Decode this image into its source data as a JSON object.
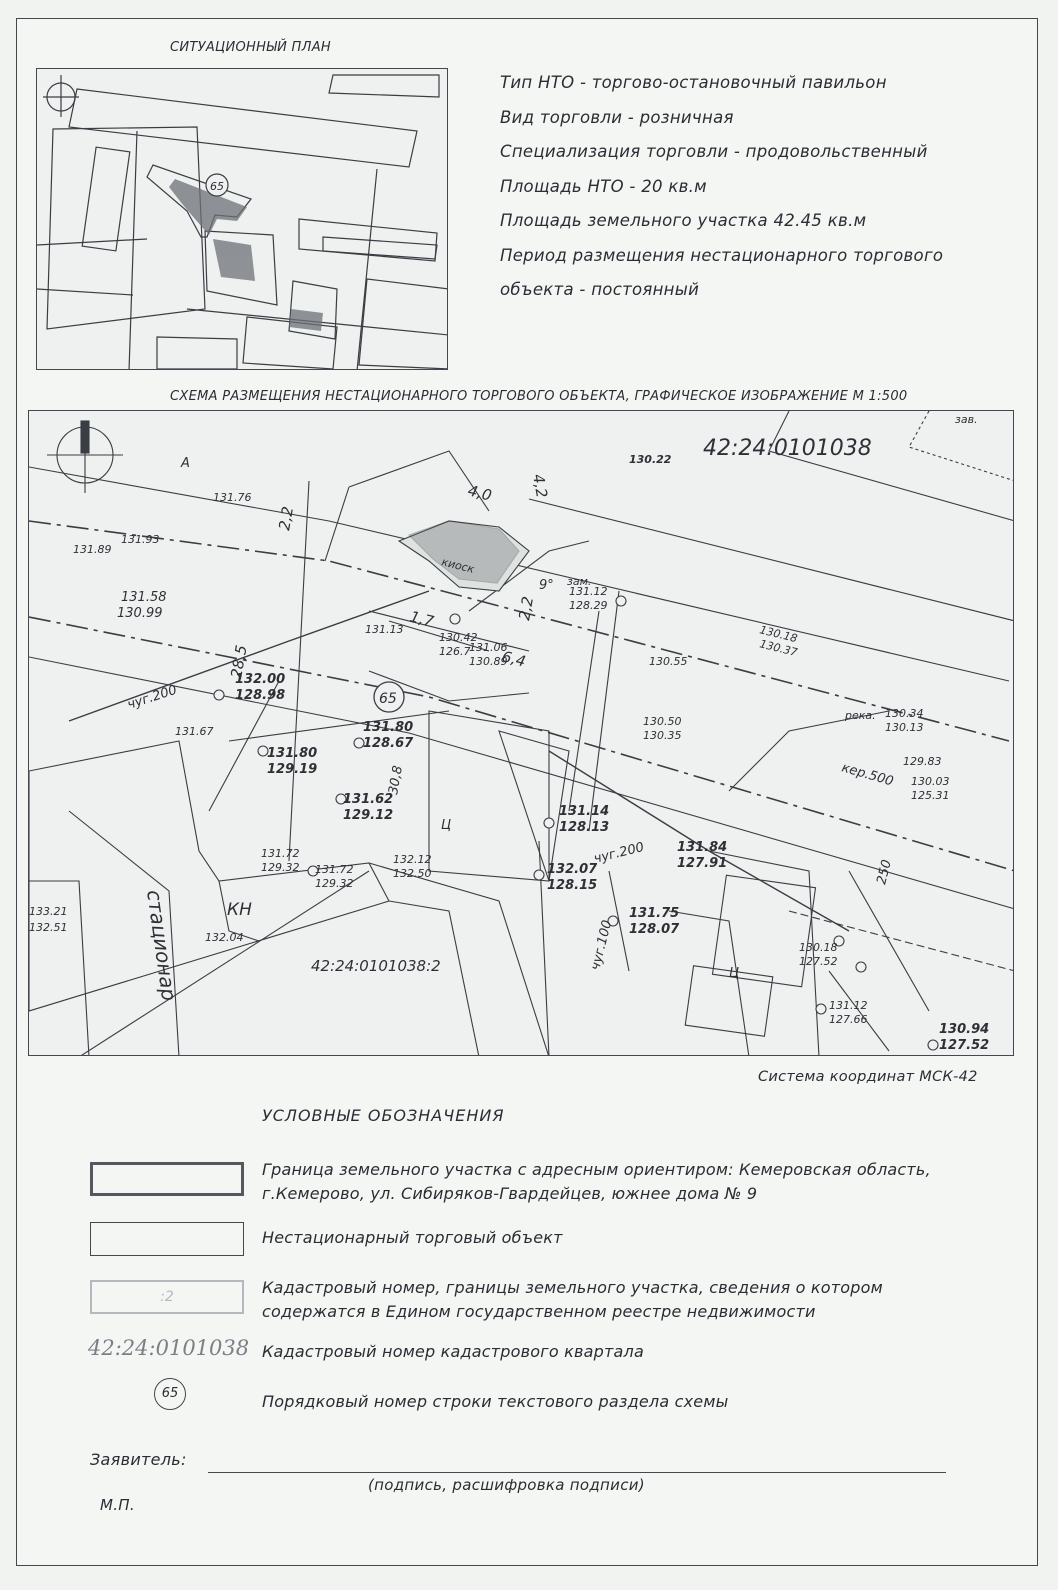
{
  "situation_plan": {
    "title": "СИТУАЦИОННЫЙ ПЛАН",
    "marker": "65"
  },
  "attributes": [
    "Тип НТО - торгово-остановочный павильон",
    "Вид торговли - розничная",
    "Специализация торговли - продовольственный",
    "Площадь НТО  - 20 кв.м",
    "Площадь земельного участка 42.45 кв.м",
    "Период размещения нестационарного торгового",
    "объекта - постоянный"
  ],
  "scheme": {
    "title": "СХЕМА РАЗМЕЩЕНИЯ НЕСТАЦИОНАРНОГО ТОРГОВОГО ОБЪЕКТА, ГРАФИЧЕСКОЕ  ИЗОБРАЖЕНИЕ  М 1:500",
    "quarter_label": "42:24:0101038",
    "parcel_label": "42:24:0101038:2",
    "marker": "65",
    "building_label": "стационар",
    "dimensions": [
      "2,2",
      "4,0",
      "4,2",
      "1,7",
      "2,2",
      "6,4",
      "28,5",
      "30,8"
    ],
    "spot_heights": [
      {
        "top": "131.76"
      },
      {
        "top": "130.22"
      },
      {
        "top": "131.89"
      },
      {
        "top": "131.93"
      },
      {
        "top": "131.58",
        "bottom": "130.99"
      },
      {
        "top": "132.00",
        "bottom": "128.98"
      },
      {
        "top": "131.80",
        "bottom": "129.19"
      },
      {
        "top": "131.80",
        "bottom": "128.67"
      },
      {
        "top": "131.62",
        "bottom": "129.12"
      },
      {
        "top": "131.72",
        "bottom": "129.32"
      },
      {
        "top": "131.72",
        "bottom": "129.32"
      },
      {
        "top": "132.12",
        "bottom": "132.50"
      },
      {
        "top": "131.06",
        "bottom": "130.89"
      },
      {
        "top": "131.14",
        "bottom": "128.13"
      },
      {
        "top": "132.07",
        "bottom": "128.15"
      },
      {
        "top": "131.75",
        "bottom": "128.07"
      },
      {
        "top": "131.84",
        "bottom": "127.91"
      },
      {
        "top": "130.18",
        "bottom": "127.52"
      },
      {
        "top": "131.12",
        "bottom": "127.66"
      },
      {
        "top": "130.94",
        "bottom": "127.52"
      },
      {
        "top": "130.55"
      },
      {
        "top": "130.50",
        "bottom": "130.35"
      },
      {
        "top": "130.34",
        "bottom": "130.13"
      },
      {
        "top": "129.83"
      },
      {
        "top": "130.03",
        "bottom": "125.31"
      },
      {
        "top": "130.18",
        "bottom": "130.37"
      },
      {
        "top": "131.12",
        "bottom": "128.29"
      },
      {
        "top": "131.13"
      },
      {
        "top": "130.42",
        "bottom": "126.7"
      },
      {
        "top": "131.67"
      },
      {
        "top": "132.04"
      },
      {
        "top": "133.21",
        "bottom": "132.51"
      }
    ],
    "utility_labels": [
      "чуг.200",
      "чуг.200",
      "чуг.100",
      "кер.500",
      "250",
      "КН",
      "А",
      "Ц",
      "Ц",
      "зам.",
      "киоск",
      "река.",
      "зав.",
      "9°"
    ],
    "coordinate_system": "Система координат МСК-42"
  },
  "legend": {
    "title": "УСЛОВНЫЕ  ОБОЗНАЧЕНИЯ",
    "items": [
      {
        "text": "Граница земельного участка с адресным ориентиром: Кемеровская область, г.Кемерово, ул. Сибиряков-Гвардейцев, южнее дома № 9"
      },
      {
        "text": "Нестационарный торговый объект"
      },
      {
        "sample": ":2",
        "text": "Кадастровый номер, границы земельного участка, сведения о котором содержатся в Едином государственном реестре недвижимости"
      },
      {
        "sample": "42:24:0101038",
        "text": "Кадастровый номер кадастрового квартала"
      },
      {
        "sample": "65",
        "text": "Порядковый номер строки текстового раздела схемы"
      }
    ]
  },
  "signature": {
    "applicant_label": "Заявитель:",
    "hint": "(подпись, расшифровка подписи)",
    "stamp": "М.П."
  },
  "colors": {
    "ink": "#2a2d33",
    "paper": "#f1f3f1",
    "gray": "#7a7f86"
  }
}
